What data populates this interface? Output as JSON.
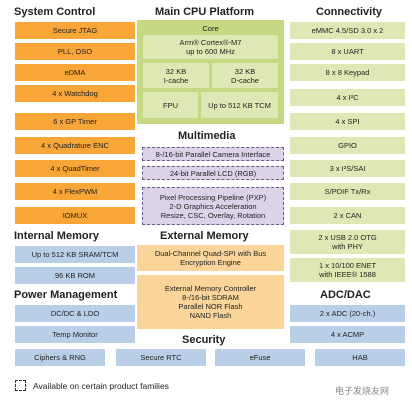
{
  "titles": {
    "system_control": "System Control",
    "cpu": "Main CPU Platform",
    "connectivity": "Connectivity",
    "multimedia": "Multimedia",
    "internal_memory": "Internal Memory",
    "external_memory": "External Memory",
    "power_management": "Power Management",
    "adc_dac": "ADC/DAC",
    "security": "Security"
  },
  "system_control": [
    "Secure JTAG",
    "PLL, OSO",
    "eDMA",
    "4 x Watchdog",
    "6 x GP Timer",
    "4 x Quadrature ENC",
    "4 x QuadTimer",
    "4 x FlexPWM",
    "IOMUX"
  ],
  "cpu": {
    "core": "Core",
    "core_name": "Arm® Cortex®-M7\nup to 600 MHz",
    "icache": "32 KB\nI-cache",
    "dcache": "32 KB\nD-cache",
    "fpu": "FPU",
    "tcm": "Up to 512 KB TCM"
  },
  "connectivity": [
    "eMMC 4.5/SD 3.0 x 2",
    "8 x UART",
    "8 x 8 Keypad",
    "4 x I²C",
    "4 x SPI",
    "GPIO",
    "3 x I²S/SAI",
    "S/PDIF Tx/Rx",
    "2 x CAN",
    "2 x USB 2.0 OTG\nwith PHY",
    "1 x 10/100 ENET\nwith IEEE® 1588"
  ],
  "multimedia": [
    "8-/16-bit Parallel Camera Interface",
    "24-bit Parallel LCD (RGB)",
    "Pixel Processing Pipeline (PXP)\n2-D Graphics Acceleration\nResize, CSC, Overlay, Rotation"
  ],
  "internal_memory": [
    "Up to 512 KB SRAM/TCM",
    "96 KB ROM"
  ],
  "external_memory": [
    "Dual-Channel Quad-SPI with Bus\nEncryption Engine",
    "External Memory Controller\n8-/16-bit SDRAM\nParallel NOR Flash\nNAND Flash"
  ],
  "power_management": [
    "DC/DC & LDO",
    "Temp Monitor"
  ],
  "adc_dac": [
    "2 x ADC (20-ch.)",
    "4 x ACMP"
  ],
  "security": [
    "Ciphers & RNG",
    "Secure RTC",
    "eFuse",
    "HAB"
  ],
  "legend": "Available on certain product families",
  "watermark": "电子发烧友网",
  "colors": {
    "system_control": "#f7a637",
    "cpu": "#c6d882",
    "connectivity": "#dde8b4",
    "multimedia": "#dcd3e8",
    "external_memory": "#fbd49a",
    "blue_blocks": "#b9cfe8"
  }
}
